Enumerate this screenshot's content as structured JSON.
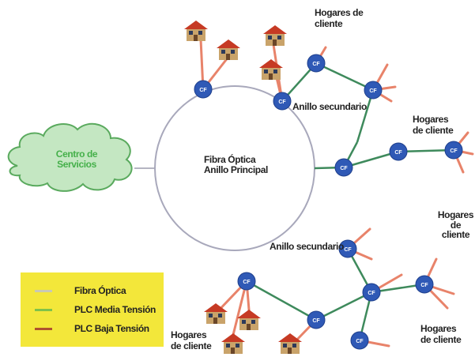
{
  "center": {
    "line1": "Fibra Óptica",
    "line2": "Anillo Principal"
  },
  "cloud": {
    "line1": "Centro de",
    "line2": "Servicios"
  },
  "node_label": "CF",
  "labels": {
    "ring_secondary_top": "Anillo secundario",
    "ring_secondary_bottom": "Anillo secundario",
    "homes_top_line1": "Hogares de",
    "homes_top_line2": "cliente",
    "homes_right_line1": "Hogares",
    "homes_right_line2": "de cliente",
    "homes_far_right_line1": "Hogares",
    "homes_far_right_line2": "de cliente",
    "homes_bottom_left_line1": "Hogares",
    "homes_bottom_left_line2": "de cliente",
    "homes_bottom_right_line1": "Hogares",
    "homes_bottom_right_line2": "de cliente"
  },
  "legend": {
    "items": [
      {
        "label": "Fibra Óptica",
        "color": "#c9c9b4"
      },
      {
        "label": "PLC Media Tensión",
        "color": "#7fc24a"
      },
      {
        "label": "PLC Baja Tensión",
        "color": "#b0522e"
      }
    ]
  },
  "colors": {
    "ring": "#b5b5c2",
    "medium_voltage": "#3e8a5c",
    "low_voltage": "#e8836a",
    "node": "#2f59b6",
    "cloud_fill": "#c4e7c2",
    "cloud_stroke": "#5aaa5e"
  }
}
